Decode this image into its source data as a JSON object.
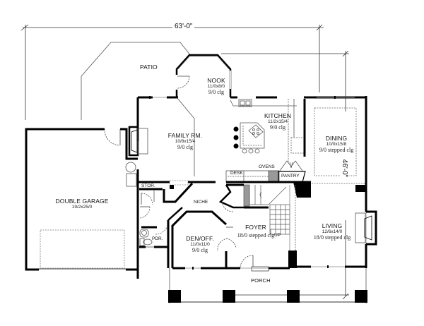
{
  "plan": {
    "overall_width": "63'-0\"",
    "overall_depth": "46'-0\"",
    "rooms": [
      {
        "id": "patio",
        "name": "PATIO",
        "size": "",
        "ceiling": ""
      },
      {
        "id": "nook",
        "name": "NOOK",
        "size": "11/0x8/0",
        "ceiling": "9/0 clg"
      },
      {
        "id": "kitchen",
        "name": "KITCHEN",
        "size": "11/2x15/4",
        "ceiling": "9/0 clg"
      },
      {
        "id": "family",
        "name": "FAMILY RM.",
        "size": "10/8x15/4",
        "ceiling": "9/0 clg"
      },
      {
        "id": "dining",
        "name": "DINING",
        "size": "10/0x15/8",
        "ceiling": "9/0 stepped clg"
      },
      {
        "id": "garage",
        "name": "DOUBLE GARAGE",
        "size": "19/2x25/0",
        "ceiling": ""
      },
      {
        "id": "den",
        "name": "DEN/OFF.",
        "size": "11/0x11/0",
        "ceiling": "9/0 clg"
      },
      {
        "id": "foyer",
        "name": "FOYER",
        "size": "",
        "ceiling": "18/0 stepped clg"
      },
      {
        "id": "living",
        "name": "LIVING",
        "size": "12/6x14/0",
        "ceiling": "18/0 stepped clg"
      },
      {
        "id": "porch",
        "name": "PORCH",
        "size": "",
        "ceiling": ""
      }
    ],
    "small_labels": {
      "desk": "DESK",
      "ovens": "OVENS",
      "pantry": "PANTRY",
      "stor": "STOR.",
      "pdr": "PDR.",
      "niche": "NICHE",
      "up": "UP"
    },
    "colors": {
      "wall": "#000000",
      "line": "#555555",
      "dashed": "#666666",
      "background": "#ffffff"
    }
  }
}
